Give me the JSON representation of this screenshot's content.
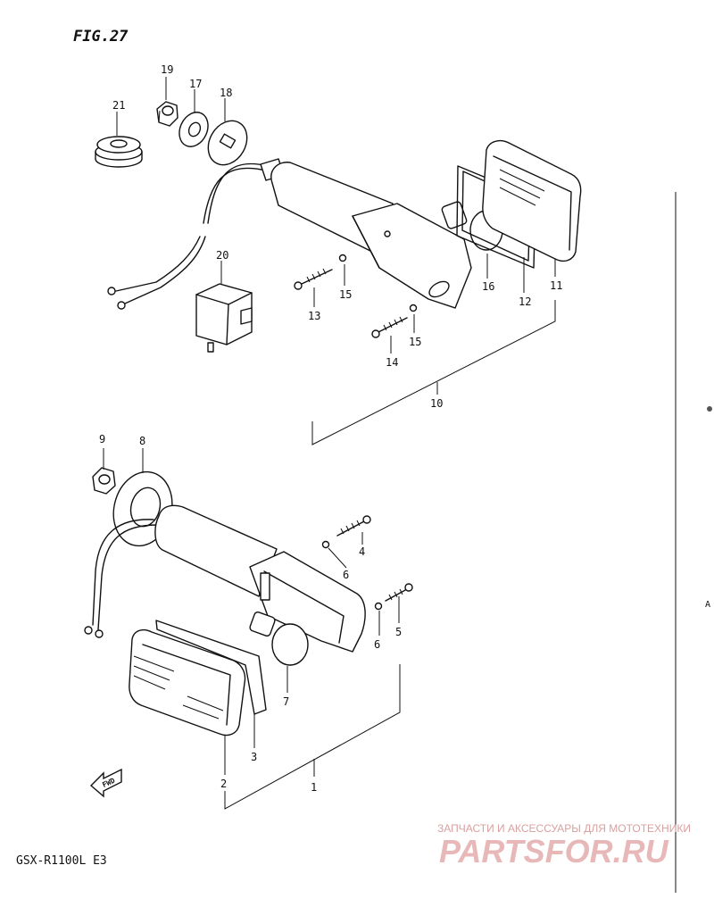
{
  "figure": {
    "title": "FIG.27",
    "model": "GSX-R1100L E3"
  },
  "arrow_label": "FWD",
  "watermark": {
    "line1": "ЗАПЧАСТИ И АКСЕССУАРЫ ДЛЯ МОТОТЕХНИКИ",
    "line2": "PARTSFOR.RU"
  },
  "parts": [
    {
      "key": "p1",
      "number": "1"
    },
    {
      "key": "p2",
      "number": "2"
    },
    {
      "key": "p3",
      "number": "3"
    },
    {
      "key": "p4",
      "number": "4"
    },
    {
      "key": "p5",
      "number": "5"
    },
    {
      "key": "p6a",
      "number": "6"
    },
    {
      "key": "p6b",
      "number": "6"
    },
    {
      "key": "p7",
      "number": "7"
    },
    {
      "key": "p8",
      "number": "8"
    },
    {
      "key": "p9",
      "number": "9"
    },
    {
      "key": "p10",
      "number": "10"
    },
    {
      "key": "p11",
      "number": "11"
    },
    {
      "key": "p12",
      "number": "12"
    },
    {
      "key": "p13",
      "number": "13"
    },
    {
      "key": "p14",
      "number": "14"
    },
    {
      "key": "p15a",
      "number": "15"
    },
    {
      "key": "p15b",
      "number": "15"
    },
    {
      "key": "p16",
      "number": "16"
    },
    {
      "key": "p17",
      "number": "17"
    },
    {
      "key": "p18",
      "number": "18"
    },
    {
      "key": "p19",
      "number": "19"
    },
    {
      "key": "p20",
      "number": "20"
    },
    {
      "key": "p21",
      "number": "21"
    }
  ]
}
